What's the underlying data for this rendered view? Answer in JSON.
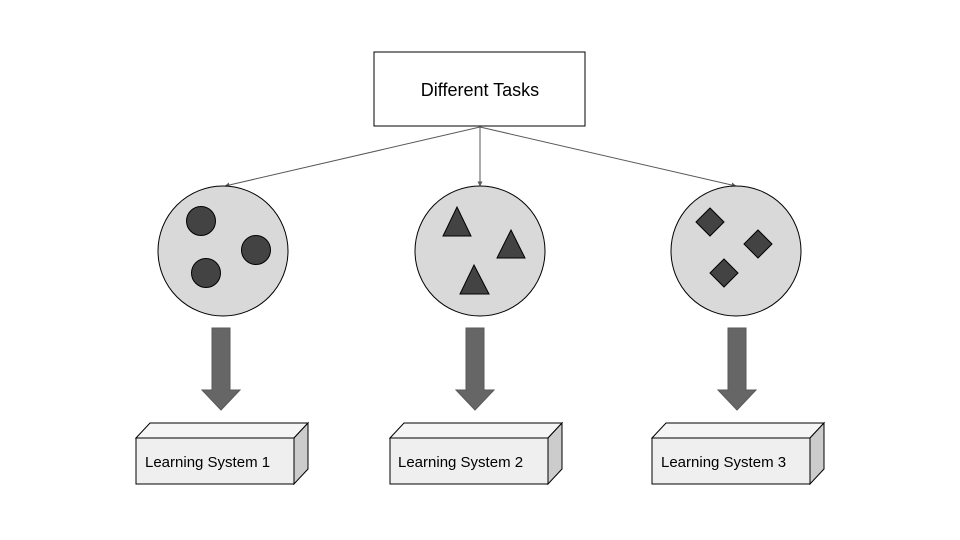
{
  "diagram": {
    "root": {
      "label": "Different Tasks"
    },
    "tasks": [
      {
        "shape": "circle",
        "count": 3,
        "system_label": "Learning System 1"
      },
      {
        "shape": "triangle",
        "count": 3,
        "system_label": "Learning System 2"
      },
      {
        "shape": "diamond",
        "count": 3,
        "system_label": "Learning System 3"
      }
    ]
  },
  "colors": {
    "background": "#ffffff",
    "task_fill": "#d9d9d9",
    "shape_fill": "#434343",
    "arrow_fill": "#666666",
    "connector": "#595959",
    "box_front": "#efefef",
    "box_top": "#f5f5f5",
    "box_side": "#cccccc",
    "stroke": "#000000"
  }
}
